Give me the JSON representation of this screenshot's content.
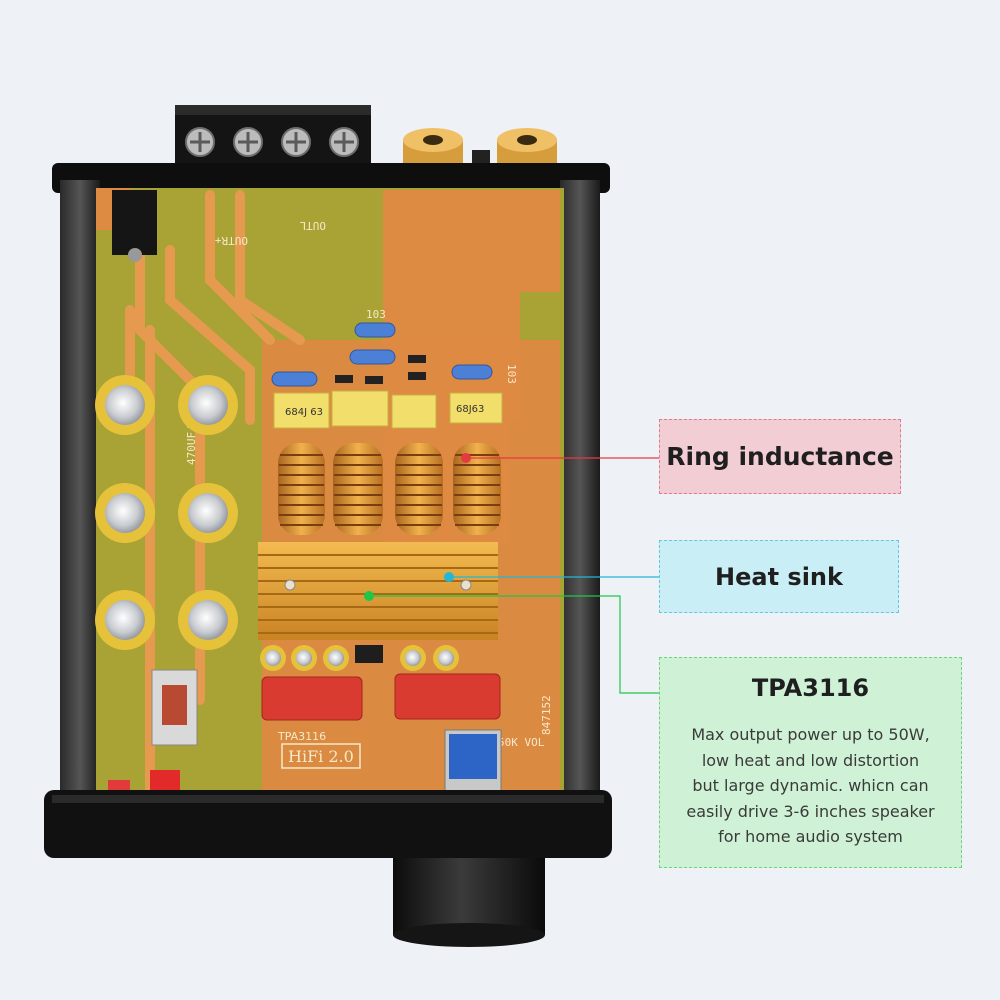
{
  "board": {
    "silk_outr": "OUTR+",
    "silk_outl": "OUTL",
    "silk_103a": "103",
    "silk_103b": "103",
    "cap_label": "68J63",
    "cap_labels_alt": "684J 63",
    "elec_cap_label": "470UF/25V",
    "brand_silk": "TPA3116",
    "hifi_silk": "HiFi 2.0",
    "vol_silk": "50K VOL",
    "code_silk": "847152"
  },
  "callouts": {
    "ring": {
      "title": "Ring inductance",
      "color": "#e53945"
    },
    "heat": {
      "title": "Heat sink",
      "color": "#21b7d6"
    },
    "tpa": {
      "title": "TPA3116",
      "color": "#1fc64a",
      "desc": [
        "Max output power up to 50W,",
        "low heat and low distortion",
        "but large dynamic. whicn can",
        "easily drive 3-6 inches speaker",
        "for home audio system"
      ]
    }
  }
}
